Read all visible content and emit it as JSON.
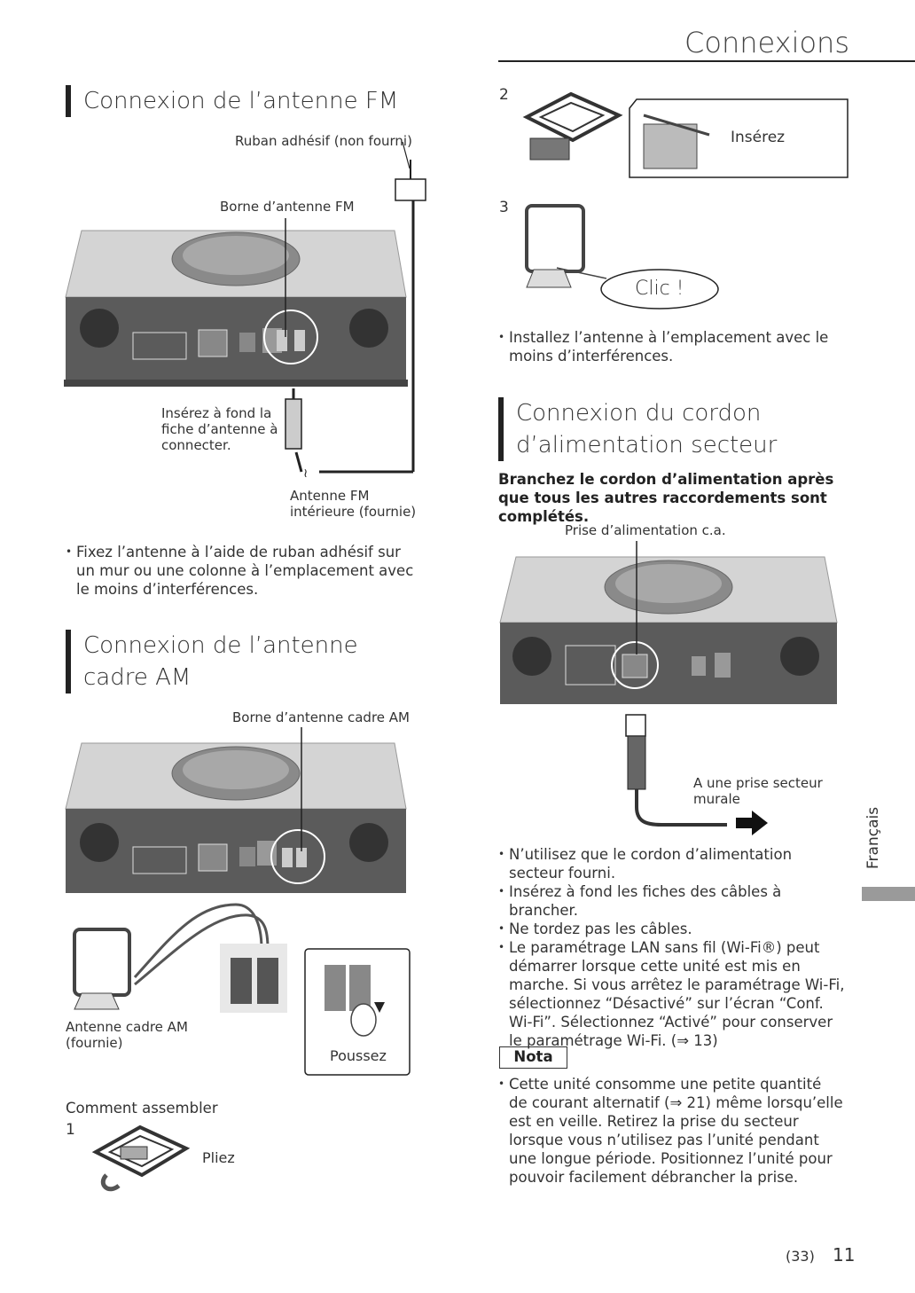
{
  "header": {
    "title": "Connexions"
  },
  "fm": {
    "title": "Connexion de l’antenne FM",
    "label_tape": "Ruban adhésif (non fourni)",
    "label_terminal": "Borne d’antenne FM",
    "label_insert": [
      "Insérez à fond la",
      "fiche d’antenne à",
      "connecter."
    ],
    "label_antenna": [
      "Antenne FM",
      "intérieure (fournie)"
    ],
    "bullets": [
      "Fixez l’antenne à l’aide de ruban adhésif sur un mur ou une colonne à l’emplacement avec le moins d’interférences."
    ]
  },
  "am": {
    "title": "Connexion de l’antenne cadre AM",
    "label_terminal": "Borne d’antenne cadre AM",
    "label_antenna": [
      "Antenne cadre AM",
      "(fournie)"
    ],
    "label_push": "Poussez",
    "assemble_title": "Comment assembler",
    "step1": "1",
    "label_fold": "Pliez"
  },
  "steps": {
    "step2": "2",
    "label_insert": "Insérez",
    "step3": "3",
    "label_click": "Clic !",
    "bullets": [
      "Installez l’antenne à l’emplacement avec le moins d’interférences."
    ]
  },
  "power": {
    "title": "Connexion du cordon d’alimentation secteur",
    "subtitle": "Branchez le cordon d’alimentation après que tous les autres raccordements sont complétés.",
    "label_socket": "Prise d’alimentation c.a.",
    "label_wall": [
      "A une prise secteur",
      "murale"
    ],
    "bullets": [
      "N’utilisez que le cordon d’alimentation secteur fourni.",
      "Insérez à fond les fiches des câbles à brancher.",
      "Ne tordez pas les câbles.",
      "Le paramétrage LAN sans fil (Wi-Fi®) peut démarrer lorsque cette unité est mis en marche. Si vous arrêtez le paramétrage Wi-Fi, sélectionnez “Désactivé” sur l’écran “Conf. Wi-Fi”. Sélectionnez “Activé” pour conserver le paramétrage Wi-Fi. (⇒ 13)"
    ],
    "note_label": "Nota",
    "note_bullets": [
      "Cette unité consomme une petite quantité de courant alternatif (⇒ 21) même lorsqu’elle est en veille. Retirez la prise du secteur lorsque vous n’utilisez pas l’unité pendant une longue période. Positionnez l’unité pour pouvoir facilement débrancher la prise."
    ]
  },
  "side": {
    "language": "Français"
  },
  "footer": {
    "ref": "(33)",
    "page": "11"
  }
}
